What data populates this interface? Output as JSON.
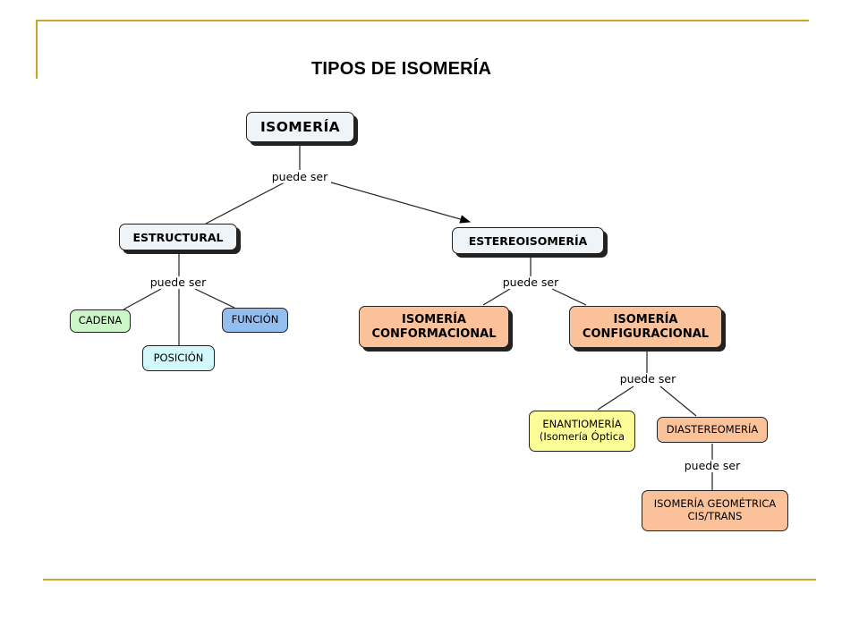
{
  "title": "TIPOS DE ISOMERÍA",
  "link_label": "puede ser",
  "nodes": {
    "isomeria": "ISOMERÍA",
    "estructural": "ESTRUCTURAL",
    "estereoisomeria": "ESTEREOISOMERÍA",
    "cadena": "CADENA",
    "posicion": "POSICIÓN",
    "funcion": "FUNCIÓN",
    "conformacional_1": "ISOMERÍA",
    "conformacional_2": "CONFORMACIONAL",
    "configuracional_1": "ISOMERÍA",
    "configuracional_2": "CONFIGURACIONAL",
    "enantiomeria_1": "ENANTIOMERÍA",
    "enantiomeria_2": "(Isomería Óptica",
    "diastereomeria": "DIASTEREOMERÍA",
    "geometrica_1": "ISOMERÍA GEOMÉTRICA",
    "geometrica_2": "CIS/TRANS"
  },
  "colors": {
    "rule": "#c8a628",
    "top_nodes": "#eef4f8",
    "cadena": "#ccf5c8",
    "posicion": "#d2f8fc",
    "funcion": "#94bdf0",
    "orange": "#fbc29a",
    "yellow": "#fdfd98"
  }
}
